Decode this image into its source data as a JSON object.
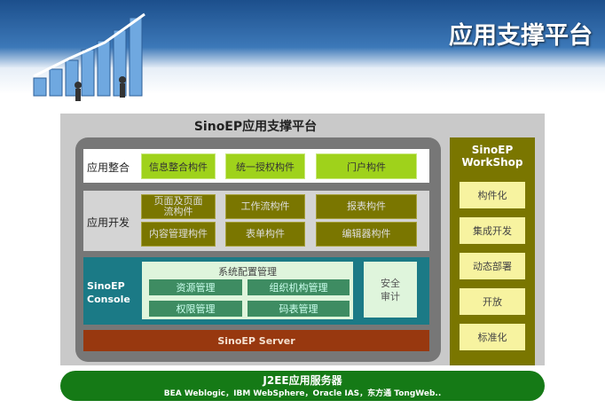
{
  "header": {
    "title": "应用支撑平台"
  },
  "platform": {
    "title": "SinoEP应用支撑平台"
  },
  "integration": {
    "label": "应用整合",
    "items": [
      "信息整合构件",
      "统一授权构件",
      "门户构件"
    ]
  },
  "development": {
    "label": "应用开发",
    "items": [
      "页面及页面流构件",
      "工作流构件",
      "报表构件",
      "内容管理构件",
      "表单构件",
      "编辑器构件"
    ]
  },
  "console": {
    "label": "SinoEP Console",
    "config_title": "系统配置管理",
    "items": [
      "资源管理",
      "组织机构管理",
      "权限管理",
      "码表管理"
    ],
    "security": "安全审计"
  },
  "server": {
    "label": "SinoEP Server"
  },
  "workshop": {
    "title": "SinoEP WorkShop",
    "items": [
      "构件化",
      "集成开发",
      "动态部署",
      "开放",
      "标准化"
    ]
  },
  "j2ee": {
    "title": "J2EE应用服务器",
    "vendors": "BEA Weblogic，IBM WebSphere，Oracle IAS，东方通 TongWeb.."
  }
}
